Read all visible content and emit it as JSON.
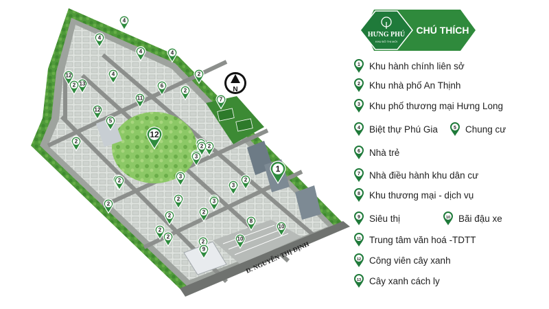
{
  "map": {
    "road_label": "Đ. NGUYỄN THỊ ĐỊNH",
    "north_label": "N",
    "markers": [
      "4",
      "4",
      "4",
      "4",
      "4",
      "12",
      "13",
      "2",
      "2",
      "2",
      "2",
      "2",
      "2",
      "2",
      "2",
      "2",
      "2",
      "2",
      "2",
      "2",
      "2",
      "2",
      "2",
      "11",
      "12",
      "5",
      "12",
      "6",
      "7",
      "2",
      "3",
      "3",
      "3",
      "3",
      "3",
      "3",
      "1",
      "8",
      "10",
      "10",
      "9"
    ]
  },
  "legend": {
    "brand": "HƯNG PHÚ",
    "brand_tagline": "KHU ĐÔ THỊ MỚI",
    "title": "CHÚ THÍCH",
    "items": [
      {
        "num": "1",
        "label": "Khu hành chính liên sở"
      },
      {
        "num": "2",
        "label": "Khu nhà phố An Thịnh"
      },
      {
        "num": "3",
        "label": "Khu phố thương mại Hưng Long"
      },
      {
        "num": "4",
        "label": "Biệt thự Phú Gia"
      },
      {
        "num": "5",
        "label": "Chung cư"
      },
      {
        "num": "6",
        "label": "Nhà trẻ"
      },
      {
        "num": "7",
        "label": "Nhà điều hành khu dân cư"
      },
      {
        "num": "8",
        "label": "Khu thương mại - dịch vụ"
      },
      {
        "num": "9",
        "label": "Siêu thị"
      },
      {
        "num": "10",
        "label": "Bãi đậu xe"
      },
      {
        "num": "11",
        "label": "Trung tâm văn hoá -TDTT"
      },
      {
        "num": "12",
        "label": "Công viên cây xanh"
      },
      {
        "num": "13",
        "label": "Cây xanh cách ly"
      }
    ]
  },
  "colors": {
    "brand_green": "#1f7a3a",
    "pin_green": "#2e8b3e",
    "park_green": "#7fbf5a",
    "grass_green": "#5a9e3c",
    "road_gray": "#8c8f8c"
  }
}
